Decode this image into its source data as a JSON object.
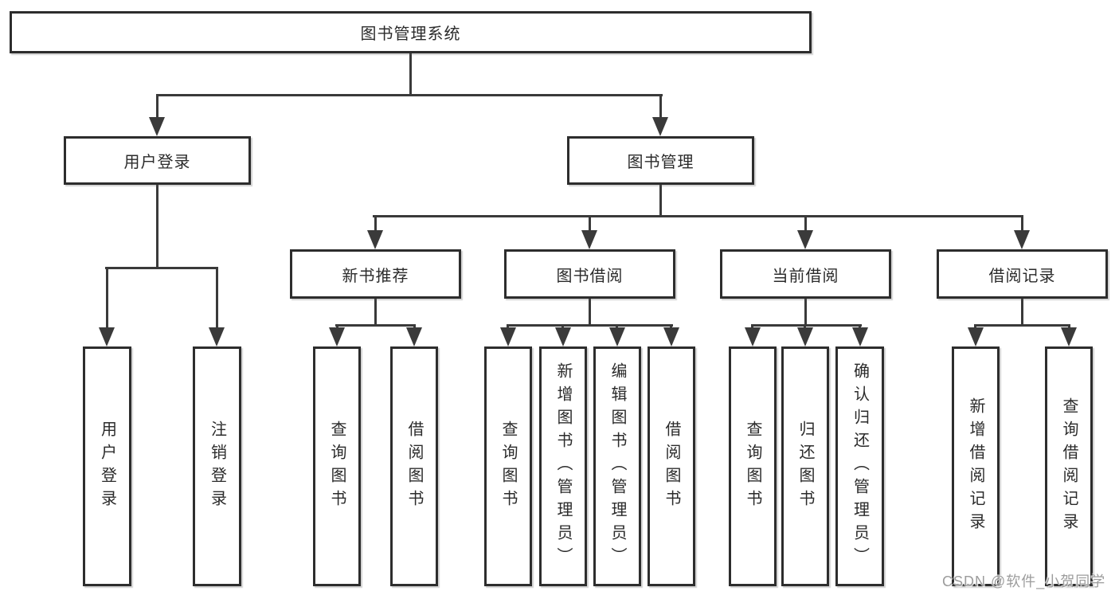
{
  "tree": {
    "root": {
      "label": "图书管理系统"
    },
    "branches": [
      {
        "label": "用户登录",
        "children": [
          {
            "label": "用户登录"
          },
          {
            "label": "注销登录"
          }
        ]
      },
      {
        "label": "图书管理",
        "children": [
          {
            "label": "新书推荐",
            "children": [
              {
                "label": "查询图书"
              },
              {
                "label": "借阅图书"
              }
            ]
          },
          {
            "label": "图书借阅",
            "children": [
              {
                "label": "查询图书"
              },
              {
                "label": "新增图书（管理员）"
              },
              {
                "label": "编辑图书（管理员）"
              },
              {
                "label": "借阅图书"
              }
            ]
          },
          {
            "label": "当前借阅",
            "children": [
              {
                "label": "查询图书"
              },
              {
                "label": "归还图书"
              },
              {
                "label": "确认归还（管理员）"
              }
            ]
          },
          {
            "label": "借阅记录",
            "children": [
              {
                "label": "新增借阅记录"
              },
              {
                "label": "查询借阅记录"
              }
            ]
          }
        ]
      }
    ]
  },
  "watermark": "CSDN @软件_小贺同学",
  "colors": {
    "line": "#3a3a3a",
    "box_border": "#2d2d2d",
    "text": "#2b2b2b",
    "watermark": "#9c9c9c",
    "background": "#ffffff"
  }
}
